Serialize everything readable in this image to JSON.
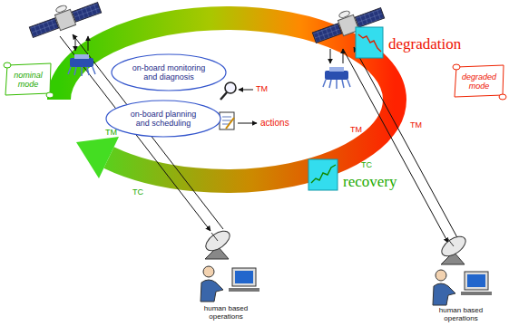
{
  "diagram": {
    "nodes": [
      {
        "text": [
          "nominal mode"
        ]
      },
      {
        "text": [
          "on-board monitoring and diagnosis"
        ]
      },
      {
        "text": [
          "on-board planning and scheduling"
        ]
      },
      {
        "text": [
          "degraded mode"
        ]
      }
    ],
    "labels": [
      "TM",
      "TC",
      "TM",
      "actions",
      "degradation",
      "TM",
      "TC",
      "TM",
      "recovery",
      "human based operations",
      "human based operations"
    ]
  }
}
